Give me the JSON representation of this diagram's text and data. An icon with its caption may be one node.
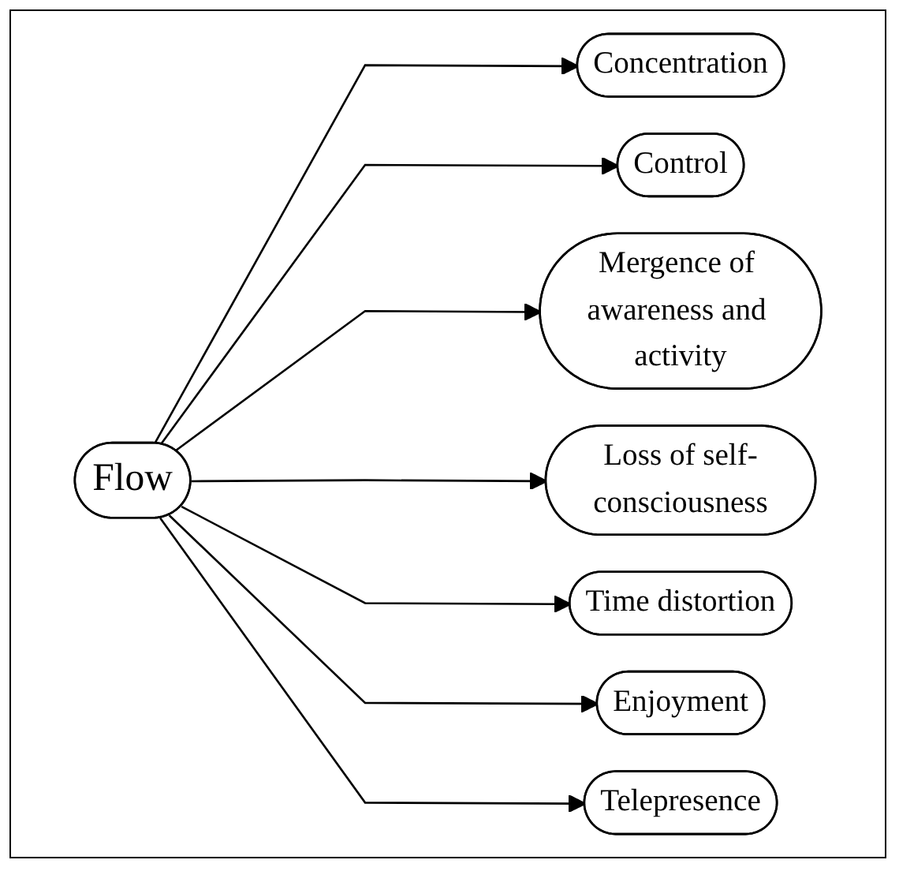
{
  "diagram": {
    "nodes": [
      {
        "text": [
          "Flow"
        ]
      },
      {
        "text": [
          "Concentration"
        ]
      },
      {
        "text": [
          "Control"
        ]
      },
      {
        "text": [
          "Mergence of awareness and activity"
        ]
      },
      {
        "text": [
          "Loss of self-consciousness"
        ]
      },
      {
        "text": [
          "Time distortion"
        ]
      },
      {
        "text": [
          "Enjoyment"
        ]
      },
      {
        "text": [
          "Telepresence"
        ]
      }
    ],
    "edges": [
      {
        "from": 0,
        "to": 1,
        "arrow": "to"
      },
      {
        "from": 0,
        "to": 2,
        "arrow": "to"
      },
      {
        "from": 0,
        "to": 3,
        "arrow": "to"
      },
      {
        "from": 0,
        "to": 4,
        "arrow": "to"
      },
      {
        "from": 0,
        "to": 5,
        "arrow": "to"
      },
      {
        "from": 0,
        "to": 6,
        "arrow": "to"
      },
      {
        "from": 0,
        "to": 7,
        "arrow": "to"
      }
    ]
  }
}
